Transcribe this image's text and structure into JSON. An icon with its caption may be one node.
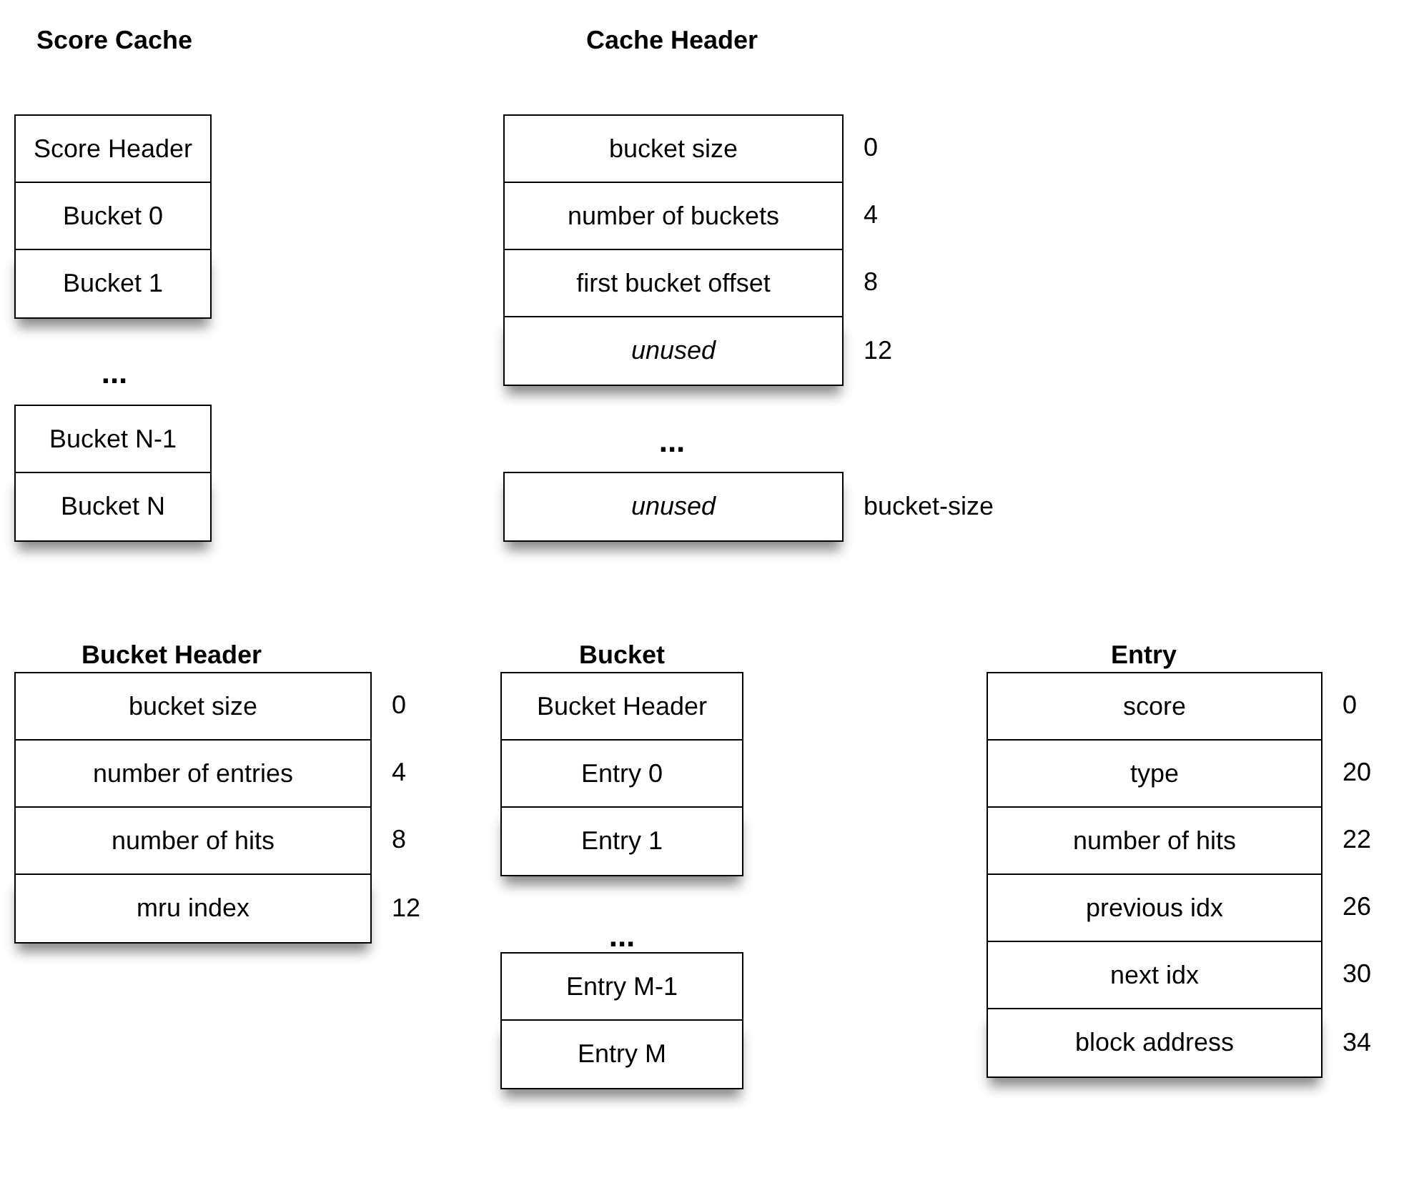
{
  "diagram": {
    "nodes": [
      {
        "text": [
          "Score Header"
        ]
      },
      {
        "text": [
          "Bucket 0"
        ]
      },
      {
        "text": [
          "Bucket 1"
        ]
      },
      {
        "text": [
          "Bucket N-1"
        ]
      },
      {
        "text": [
          "Bucket N"
        ]
      },
      {
        "text": [
          "bucket size"
        ],
        "beside": [
          "0"
        ]
      },
      {
        "text": [
          "number of buckets"
        ],
        "beside": [
          "4"
        ]
      },
      {
        "text": [
          "first bucket offset"
        ],
        "beside": [
          "8"
        ]
      },
      {
        "text": [
          "unused"
        ],
        "beside": [
          "12"
        ]
      },
      {
        "text": [
          "unused"
        ],
        "beside": [
          "bucket-size"
        ]
      },
      {
        "text": [
          "bucket size"
        ],
        "beside": [
          "0"
        ]
      },
      {
        "text": [
          "number of entries"
        ],
        "beside": [
          "4"
        ]
      },
      {
        "text": [
          "number of hits"
        ],
        "beside": [
          "8"
        ]
      },
      {
        "text": [
          "mru index"
        ],
        "beside": [
          "12"
        ]
      },
      {
        "text": [
          "Bucket Header"
        ]
      },
      {
        "text": [
          "Entry 0"
        ]
      },
      {
        "text": [
          "Entry 1"
        ]
      },
      {
        "text": [
          "Entry M-1"
        ]
      },
      {
        "text": [
          "Entry M"
        ]
      },
      {
        "text": [
          "score"
        ],
        "beside": [
          "0"
        ]
      },
      {
        "text": [
          "type"
        ],
        "beside": [
          "20"
        ]
      },
      {
        "text": [
          "number of hits"
        ],
        "beside": [
          "22"
        ]
      },
      {
        "text": [
          "previous idx"
        ],
        "beside": [
          "26"
        ]
      },
      {
        "text": [
          "next idx"
        ],
        "beside": [
          "30"
        ]
      },
      {
        "text": [
          "block address"
        ],
        "beside": [
          "34"
        ]
      }
    ],
    "labels": [
      "Score Cache",
      "Cache Header",
      "...",
      "...",
      "Bucket Header",
      "Bucket",
      "Entry",
      "..."
    ]
  }
}
